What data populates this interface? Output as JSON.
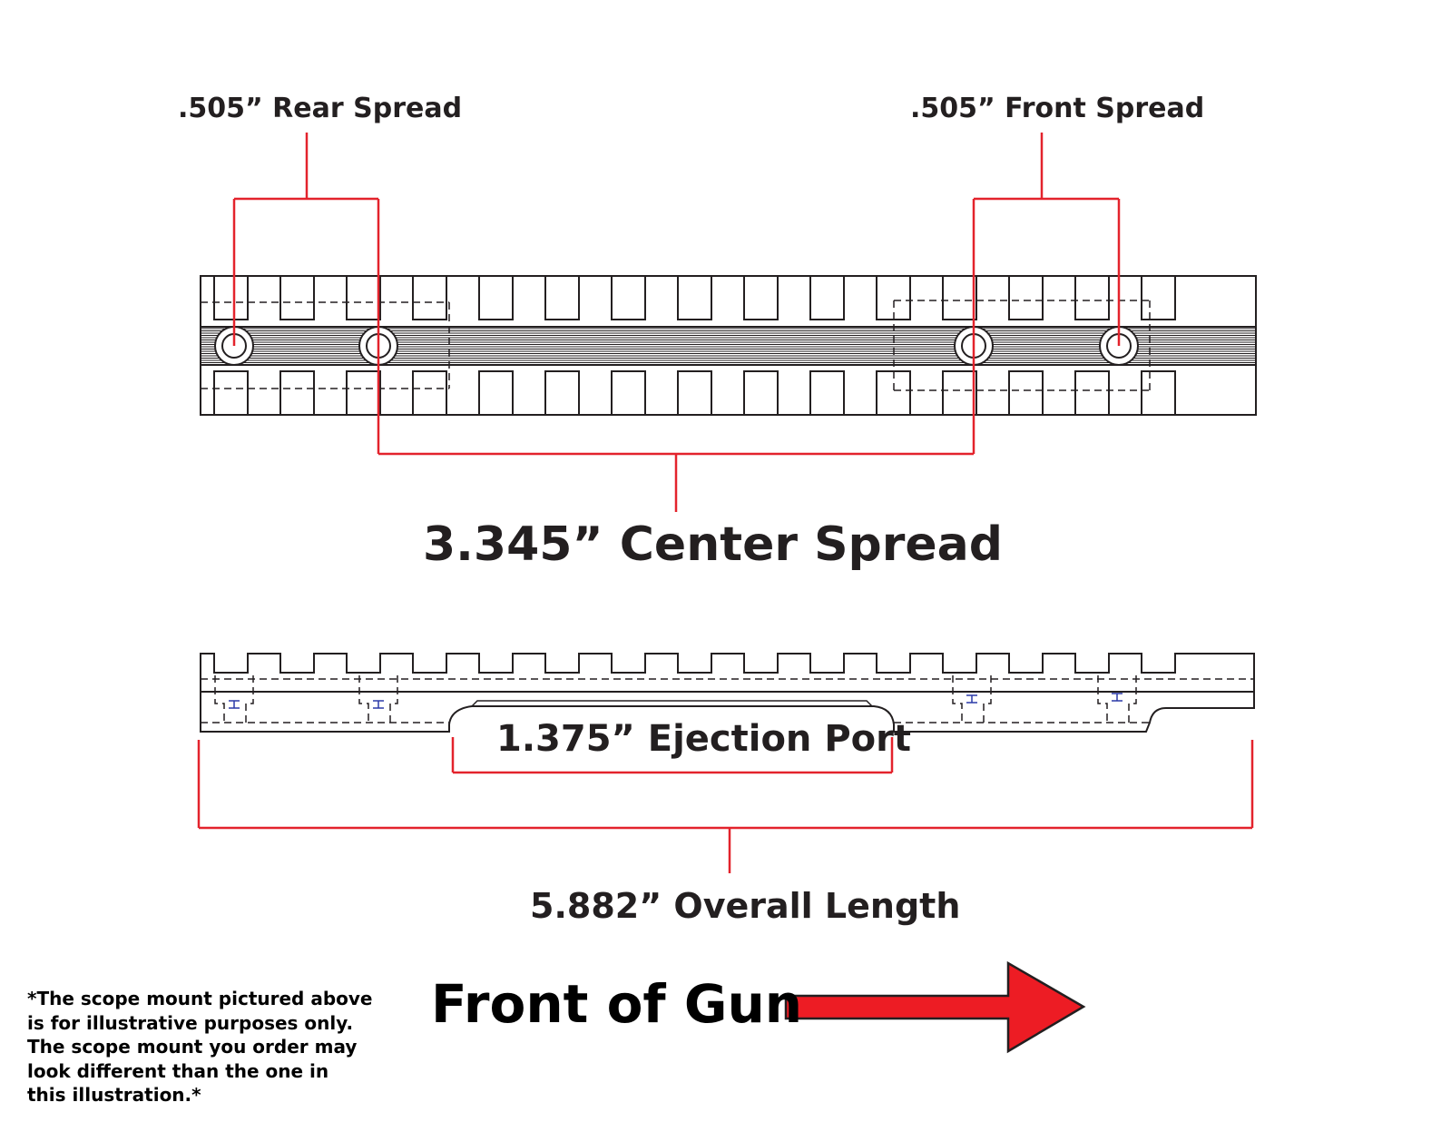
{
  "labels": {
    "rear_spread": ".505” Rear Spread",
    "front_spread": ".505” Front Spread",
    "center_spread": "3.345” Center Spread",
    "ejection_port": "1.375” Ejection Port",
    "overall_length": "5.882” Overall Length",
    "front_of_gun": "Front of Gun"
  },
  "disclaimer": {
    "lines": [
      "*The scope mount pictured above",
      "is for illustrative purposes only.",
      "The scope mount you order may",
      "look different than the one in",
      "this illustration.*"
    ]
  },
  "colors": {
    "dimension_lines": "#e3232c",
    "arrow_fill": "#ed1c24",
    "outline": "#231f20"
  }
}
